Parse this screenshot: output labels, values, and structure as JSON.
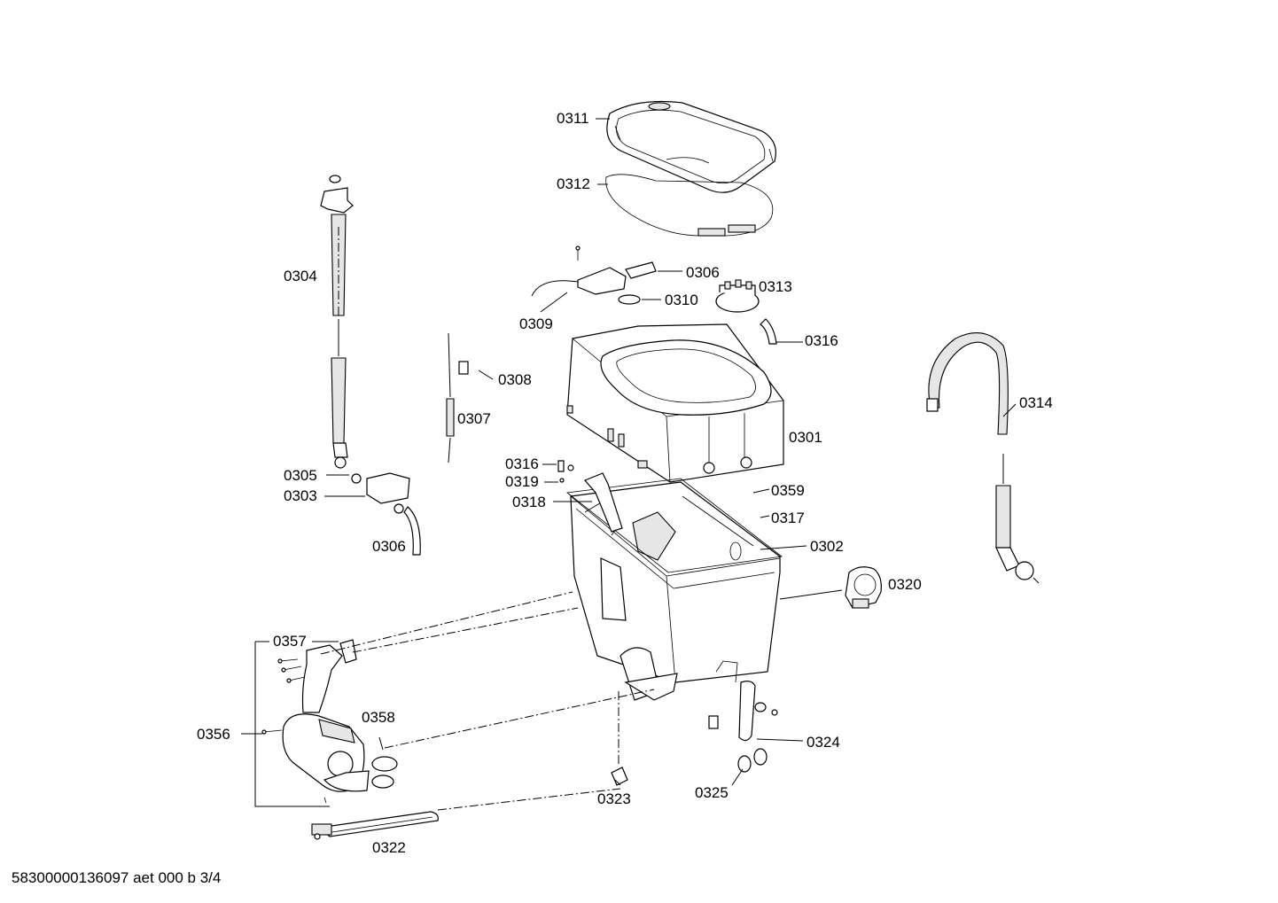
{
  "labels": {
    "p0301": "0301",
    "p0302": "0302",
    "p0303": "0303",
    "p0304": "0304",
    "p0305": "0305",
    "p0306_top": "0306",
    "p0306_left": "0306",
    "p0307": "0307",
    "p0308": "0308",
    "p0309": "0309",
    "p0310": "0310",
    "p0311": "0311",
    "p0312": "0312",
    "p0313": "0313",
    "p0314": "0314",
    "p0316_right": "0316",
    "p0316_mid": "0316",
    "p0317": "0317",
    "p0318": "0318",
    "p0319": "0319",
    "p0320": "0320",
    "p0322": "0322",
    "p0323": "0323",
    "p0324": "0324",
    "p0325": "0325",
    "p0356": "0356",
    "p0357": "0357",
    "p0358": "0358",
    "p0359": "0359"
  },
  "footer": {
    "code": "58300000136097 aet 000 b 3/4"
  }
}
